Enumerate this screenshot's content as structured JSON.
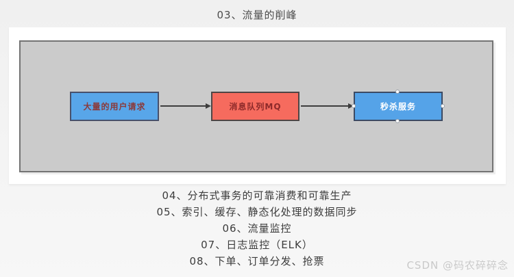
{
  "page": {
    "title": "03、流量的削峰",
    "watermark": "CSDN @码农碎碎念"
  },
  "diagram": {
    "canvas_fill": "#cbcbcb",
    "canvas_border": "#737373",
    "nodes": [
      {
        "id": "users",
        "label": "大量的用户请求",
        "fill": "#58a6e9",
        "text_color": "#8a3a3a",
        "selected": false
      },
      {
        "id": "mq",
        "label": "消息队列MQ",
        "fill": "#f66b5e",
        "text_color": "#8d2a2a",
        "selected": false
      },
      {
        "id": "seckill",
        "label": "秒杀服务",
        "fill": "#55a3e8",
        "text_color": "#ffffff",
        "selected": true
      }
    ],
    "edges": [
      {
        "from": "users",
        "to": "mq",
        "style": "solid-arrow",
        "color": "#3d3d3d"
      },
      {
        "from": "mq",
        "to": "seckill",
        "style": "solid-arrow",
        "color": "#3d3d3d"
      }
    ]
  },
  "notes": [
    "04、分布式事务的可靠消费和可靠生产",
    "05、索引、缓存、静态化处理的数据同步",
    "06、流量监控",
    "07、日志监控（ELK）",
    "08、下单、订单分发、抢票"
  ]
}
